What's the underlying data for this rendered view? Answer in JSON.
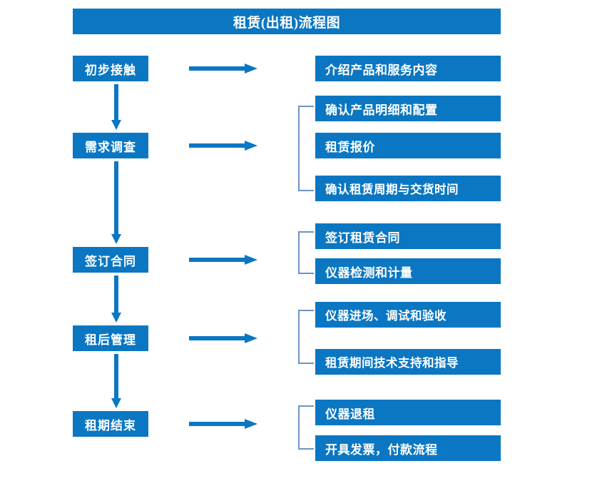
{
  "title": "租赁(出租)流程图",
  "colors": {
    "primary_blue": "#0B77C2",
    "bracket_gray_blue": "#6E93C4",
    "box_text": "#FFFFFF",
    "background": "#FFFFFF"
  },
  "flow": {
    "stages": [
      {
        "label": "初步接触"
      },
      {
        "label": "需求调查"
      },
      {
        "label": "签订合同"
      },
      {
        "label": "租后管理"
      },
      {
        "label": "租期结束"
      }
    ],
    "details": [
      {
        "label": "介绍产品和服务内容"
      },
      {
        "label": "确认产品明细和配置"
      },
      {
        "label": "租赁报价"
      },
      {
        "label": "确认租赁周期与交货时间"
      },
      {
        "label": "签订租赁合同"
      },
      {
        "label": "仪器检测和计量"
      },
      {
        "label": "仪器进场、调试和验收"
      },
      {
        "label": "租赁期间技术支持和指导"
      },
      {
        "label": "仪器退租"
      },
      {
        "label": "开具发票，付款流程"
      }
    ],
    "stage_to_details": [
      {
        "stage": "初步接触",
        "details": [
          "介绍产品和服务内容"
        ]
      },
      {
        "stage": "需求调查",
        "details": [
          "确认产品明细和配置",
          "租赁报价",
          "确认租赁周期与交货时间"
        ]
      },
      {
        "stage": "签订合同",
        "details": [
          "签订租赁合同",
          "仪器检测和计量"
        ]
      },
      {
        "stage": "租后管理",
        "details": [
          "仪器进场、调试和验收",
          "租赁期间技术支持和指导"
        ]
      },
      {
        "stage": "租期结束",
        "details": [
          "仪器退租",
          "开具发票，付款流程"
        ]
      }
    ]
  }
}
